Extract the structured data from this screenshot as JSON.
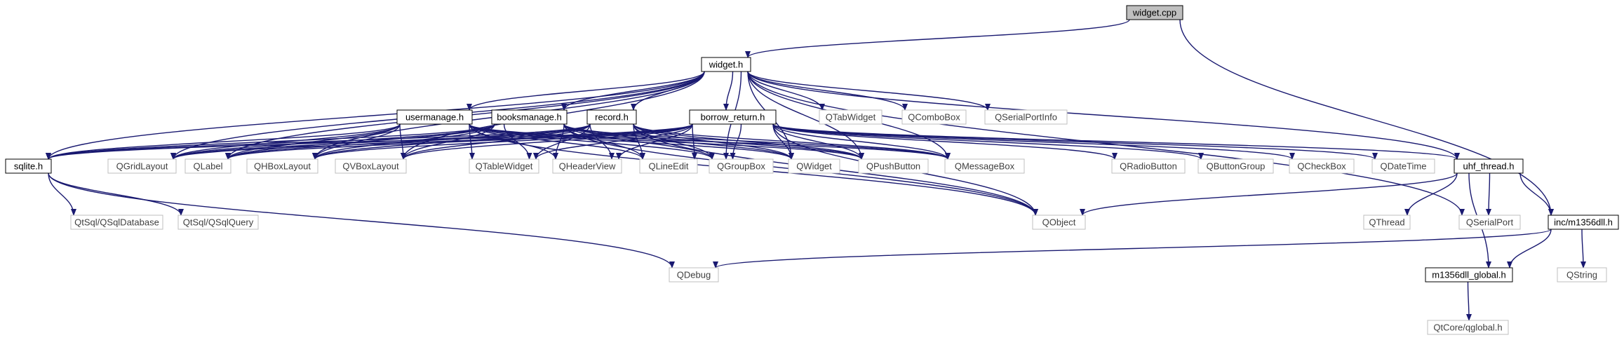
{
  "graph": {
    "colors": {
      "edge": "#191970",
      "root_fill": "#bfbfbf",
      "project_border": "#000000",
      "external_border": "#bfbfbf",
      "project_text": "#000000",
      "external_text": "#404040"
    },
    "nodes": [
      {
        "id": "widget_cpp",
        "label": "widget.cpp",
        "kind": "root"
      },
      {
        "id": "widget_h",
        "label": "widget.h",
        "kind": "project"
      },
      {
        "id": "usermanage_h",
        "label": "usermanage.h",
        "kind": "project"
      },
      {
        "id": "booksmanage_h",
        "label": "booksmanage.h",
        "kind": "project"
      },
      {
        "id": "record_h",
        "label": "record.h",
        "kind": "project"
      },
      {
        "id": "borrow_return_h",
        "label": "borrow_return.h",
        "kind": "project"
      },
      {
        "id": "QTabWidget",
        "label": "QTabWidget",
        "kind": "external"
      },
      {
        "id": "QComboBox",
        "label": "QComboBox",
        "kind": "external"
      },
      {
        "id": "QSerialPortInfo",
        "label": "QSerialPortInfo",
        "kind": "external"
      },
      {
        "id": "sqlite_h",
        "label": "sqlite.h",
        "kind": "project"
      },
      {
        "id": "QGridLayout",
        "label": "QGridLayout",
        "kind": "external"
      },
      {
        "id": "QLabel",
        "label": "QLabel",
        "kind": "external"
      },
      {
        "id": "QHBoxLayout",
        "label": "QHBoxLayout",
        "kind": "external"
      },
      {
        "id": "QVBoxLayout",
        "label": "QVBoxLayout",
        "kind": "external"
      },
      {
        "id": "QTableWidget",
        "label": "QTableWidget",
        "kind": "external"
      },
      {
        "id": "QHeaderView",
        "label": "QHeaderView",
        "kind": "external"
      },
      {
        "id": "QLineEdit",
        "label": "QLineEdit",
        "kind": "external"
      },
      {
        "id": "QGroupBox",
        "label": "QGroupBox",
        "kind": "external"
      },
      {
        "id": "QWidget",
        "label": "QWidget",
        "kind": "external"
      },
      {
        "id": "QPushButton",
        "label": "QPushButton",
        "kind": "external"
      },
      {
        "id": "QMessageBox",
        "label": "QMessageBox",
        "kind": "external"
      },
      {
        "id": "QRadioButton",
        "label": "QRadioButton",
        "kind": "external"
      },
      {
        "id": "QButtonGroup",
        "label": "QButtonGroup",
        "kind": "external"
      },
      {
        "id": "QCheckBox",
        "label": "QCheckBox",
        "kind": "external"
      },
      {
        "id": "QDateTime",
        "label": "QDateTime",
        "kind": "external"
      },
      {
        "id": "uhf_thread_h",
        "label": "uhf_thread.h",
        "kind": "project"
      },
      {
        "id": "QtSql_QSqlDatabase",
        "label": "QtSql/QSqlDatabase",
        "kind": "external"
      },
      {
        "id": "QtSql_QSqlQuery",
        "label": "QtSql/QSqlQuery",
        "kind": "external"
      },
      {
        "id": "QObject",
        "label": "QObject",
        "kind": "external"
      },
      {
        "id": "QThread",
        "label": "QThread",
        "kind": "external"
      },
      {
        "id": "QSerialPort",
        "label": "QSerialPort",
        "kind": "external"
      },
      {
        "id": "inc_m1356dll_h",
        "label": "inc/m1356dll.h",
        "kind": "project"
      },
      {
        "id": "QDebug",
        "label": "QDebug",
        "kind": "external"
      },
      {
        "id": "m1356dll_global_h",
        "label": "m1356dll_global.h",
        "kind": "project"
      },
      {
        "id": "QString",
        "label": "QString",
        "kind": "external"
      },
      {
        "id": "QtCore_qglobal_h",
        "label": "QtCore/qglobal.h",
        "kind": "external"
      }
    ],
    "edges": [
      [
        "widget_cpp",
        "widget_h"
      ],
      [
        "widget_cpp",
        "inc_m1356dll_h"
      ],
      [
        "widget_h",
        "usermanage_h"
      ],
      [
        "widget_h",
        "booksmanage_h"
      ],
      [
        "widget_h",
        "record_h"
      ],
      [
        "widget_h",
        "borrow_return_h"
      ],
      [
        "widget_h",
        "QTabWidget"
      ],
      [
        "widget_h",
        "QComboBox"
      ],
      [
        "widget_h",
        "QSerialPortInfo"
      ],
      [
        "widget_h",
        "sqlite_h"
      ],
      [
        "widget_h",
        "QGridLayout"
      ],
      [
        "widget_h",
        "QLabel"
      ],
      [
        "widget_h",
        "QHBoxLayout"
      ],
      [
        "widget_h",
        "QVBoxLayout"
      ],
      [
        "widget_h",
        "QWidget"
      ],
      [
        "widget_h",
        "QPushButton"
      ],
      [
        "widget_h",
        "QMessageBox"
      ],
      [
        "widget_h",
        "QGroupBox"
      ],
      [
        "widget_h",
        "uhf_thread_h"
      ],
      [
        "widget_h",
        "QSerialPort"
      ],
      [
        "usermanage_h",
        "sqlite_h"
      ],
      [
        "usermanage_h",
        "QGridLayout"
      ],
      [
        "usermanage_h",
        "QLabel"
      ],
      [
        "usermanage_h",
        "QHBoxLayout"
      ],
      [
        "usermanage_h",
        "QVBoxLayout"
      ],
      [
        "usermanage_h",
        "QTableWidget"
      ],
      [
        "usermanage_h",
        "QHeaderView"
      ],
      [
        "usermanage_h",
        "QLineEdit"
      ],
      [
        "usermanage_h",
        "QGroupBox"
      ],
      [
        "usermanage_h",
        "QWidget"
      ],
      [
        "usermanage_h",
        "QPushButton"
      ],
      [
        "usermanage_h",
        "QMessageBox"
      ],
      [
        "usermanage_h",
        "QObject"
      ],
      [
        "booksmanage_h",
        "sqlite_h"
      ],
      [
        "booksmanage_h",
        "QGridLayout"
      ],
      [
        "booksmanage_h",
        "QLabel"
      ],
      [
        "booksmanage_h",
        "QHBoxLayout"
      ],
      [
        "booksmanage_h",
        "QVBoxLayout"
      ],
      [
        "booksmanage_h",
        "QTableWidget"
      ],
      [
        "booksmanage_h",
        "QHeaderView"
      ],
      [
        "booksmanage_h",
        "QLineEdit"
      ],
      [
        "booksmanage_h",
        "QGroupBox"
      ],
      [
        "booksmanage_h",
        "QWidget"
      ],
      [
        "booksmanage_h",
        "QPushButton"
      ],
      [
        "booksmanage_h",
        "QMessageBox"
      ],
      [
        "booksmanage_h",
        "QObject"
      ],
      [
        "record_h",
        "sqlite_h"
      ],
      [
        "record_h",
        "QGridLayout"
      ],
      [
        "record_h",
        "QLabel"
      ],
      [
        "record_h",
        "QHBoxLayout"
      ],
      [
        "record_h",
        "QVBoxLayout"
      ],
      [
        "record_h",
        "QTableWidget"
      ],
      [
        "record_h",
        "QHeaderView"
      ],
      [
        "record_h",
        "QLineEdit"
      ],
      [
        "record_h",
        "QGroupBox"
      ],
      [
        "record_h",
        "QWidget"
      ],
      [
        "record_h",
        "QPushButton"
      ],
      [
        "record_h",
        "QMessageBox"
      ],
      [
        "record_h",
        "QObject"
      ],
      [
        "borrow_return_h",
        "sqlite_h"
      ],
      [
        "borrow_return_h",
        "QGridLayout"
      ],
      [
        "borrow_return_h",
        "QLabel"
      ],
      [
        "borrow_return_h",
        "QHBoxLayout"
      ],
      [
        "borrow_return_h",
        "QVBoxLayout"
      ],
      [
        "borrow_return_h",
        "QTableWidget"
      ],
      [
        "borrow_return_h",
        "QHeaderView"
      ],
      [
        "borrow_return_h",
        "QLineEdit"
      ],
      [
        "borrow_return_h",
        "QGroupBox"
      ],
      [
        "borrow_return_h",
        "QWidget"
      ],
      [
        "borrow_return_h",
        "QPushButton"
      ],
      [
        "borrow_return_h",
        "QMessageBox"
      ],
      [
        "borrow_return_h",
        "QRadioButton"
      ],
      [
        "borrow_return_h",
        "QButtonGroup"
      ],
      [
        "borrow_return_h",
        "QCheckBox"
      ],
      [
        "borrow_return_h",
        "QDateTime"
      ],
      [
        "borrow_return_h",
        "uhf_thread_h"
      ],
      [
        "borrow_return_h",
        "QObject"
      ],
      [
        "sqlite_h",
        "QtSql_QSqlDatabase"
      ],
      [
        "sqlite_h",
        "QtSql_QSqlQuery"
      ],
      [
        "sqlite_h",
        "QDebug"
      ],
      [
        "uhf_thread_h",
        "QObject"
      ],
      [
        "uhf_thread_h",
        "QThread"
      ],
      [
        "uhf_thread_h",
        "QSerialPort"
      ],
      [
        "uhf_thread_h",
        "inc_m1356dll_h"
      ],
      [
        "uhf_thread_h",
        "m1356dll_global_h"
      ],
      [
        "inc_m1356dll_h",
        "m1356dll_global_h"
      ],
      [
        "inc_m1356dll_h",
        "QDebug"
      ],
      [
        "inc_m1356dll_h",
        "QString"
      ],
      [
        "m1356dll_global_h",
        "QtCore_qglobal_h"
      ]
    ]
  }
}
